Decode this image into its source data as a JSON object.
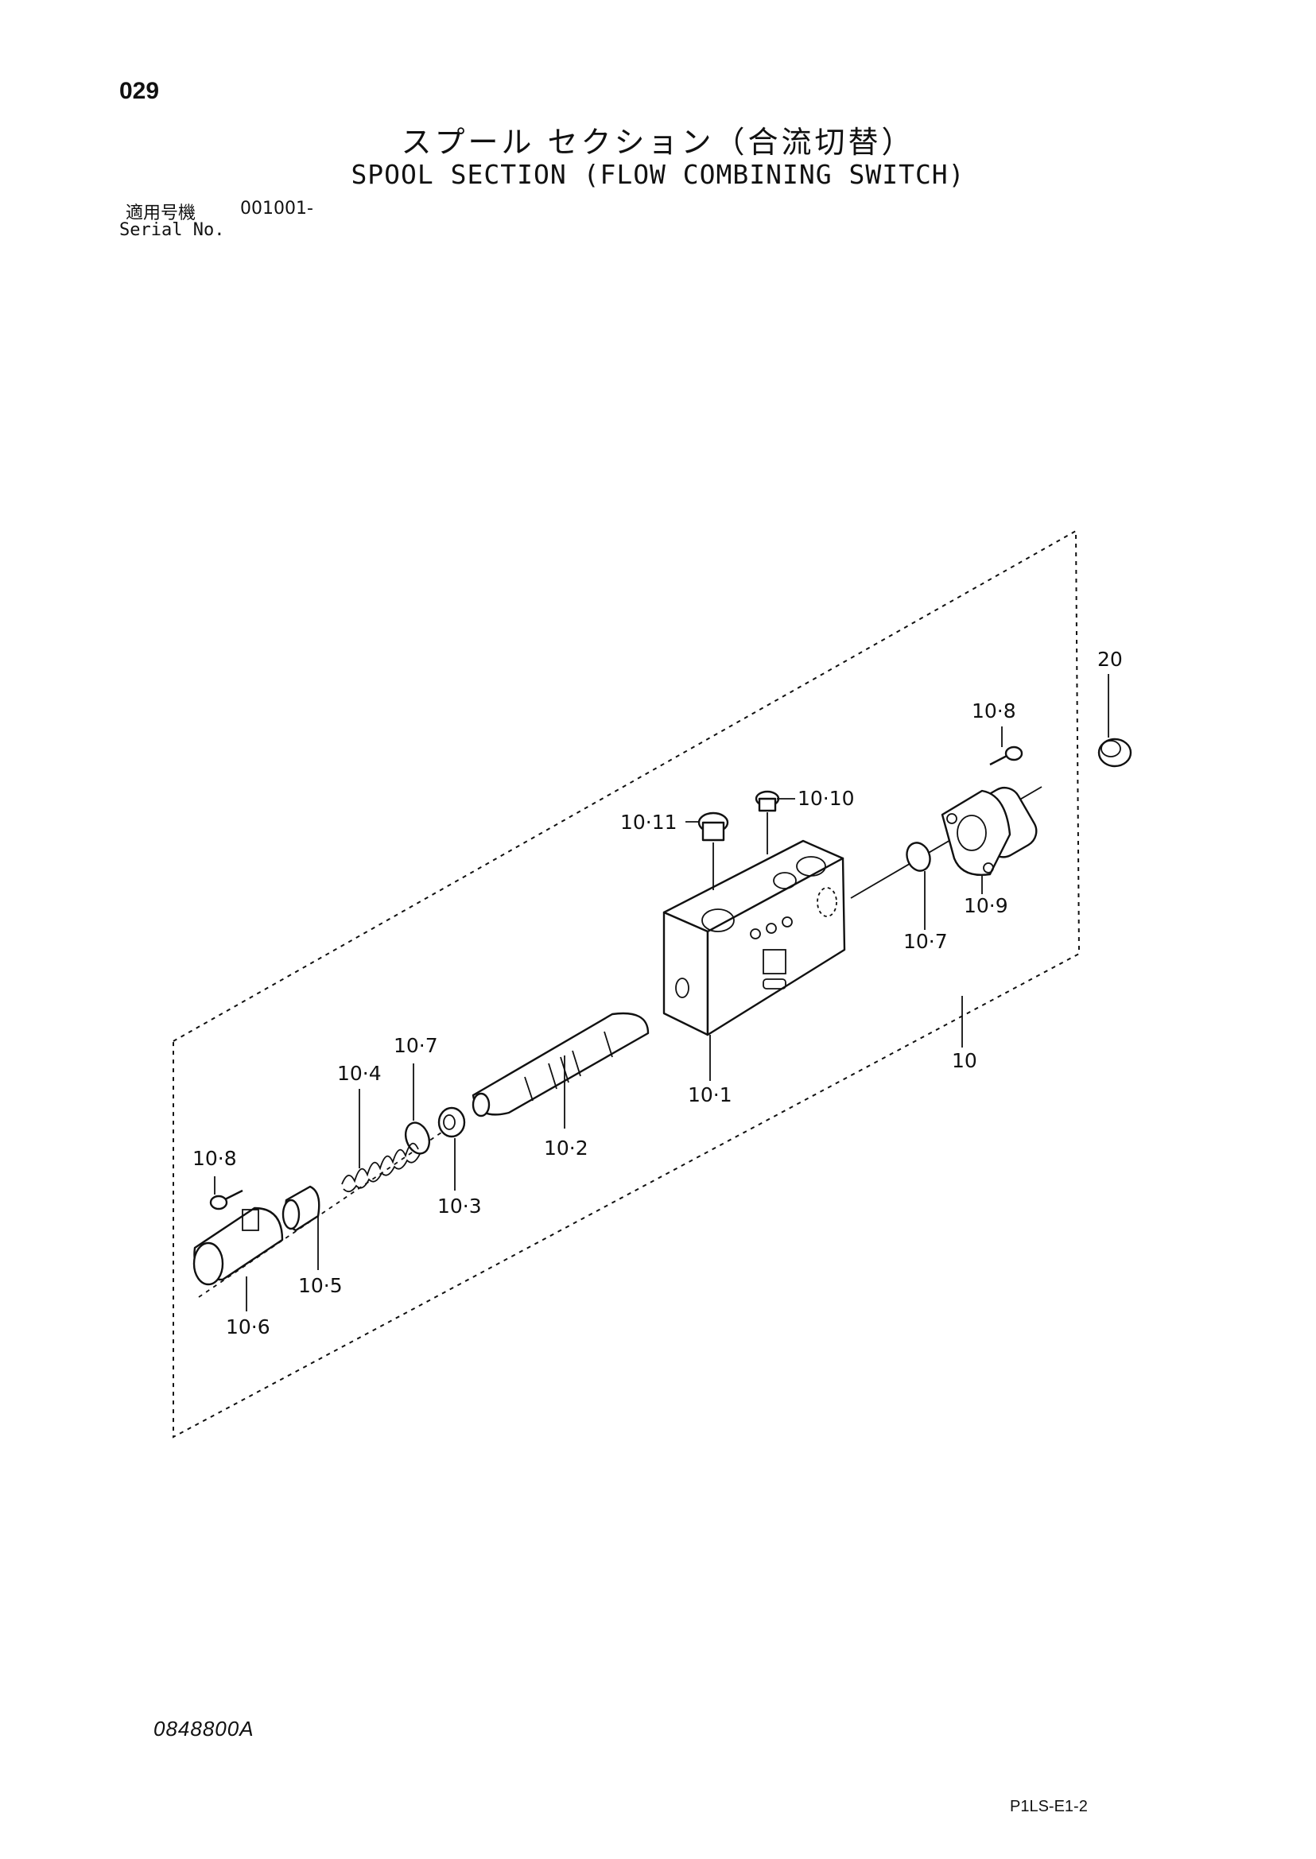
{
  "page": {
    "number": "029",
    "title_jp": "スプール セクション（合流切替）",
    "title_en": "SPOOL SECTION (FLOW COMBINING SWITCH)",
    "serial_label_jp": "適用号機",
    "serial_value": "001001-",
    "serial_label_en": "Serial No.",
    "drawing_number": "0848800A",
    "page_code": "P1LS-E1-2"
  },
  "diagram": {
    "labels": {
      "p20": "20",
      "p10_8_top": "10·8",
      "p10_10": "10·10",
      "p10_11": "10·11",
      "p10_9": "10·9",
      "p10_7_right": "10·7",
      "p10": "10",
      "p10_1": "10·1",
      "p10_7_left": "10·7",
      "p10_4": "10·4",
      "p10_2": "10·2",
      "p10_3": "10·3",
      "p10_8_left": "10·8",
      "p10_5": "10·5",
      "p10_6": "10·6"
    }
  }
}
